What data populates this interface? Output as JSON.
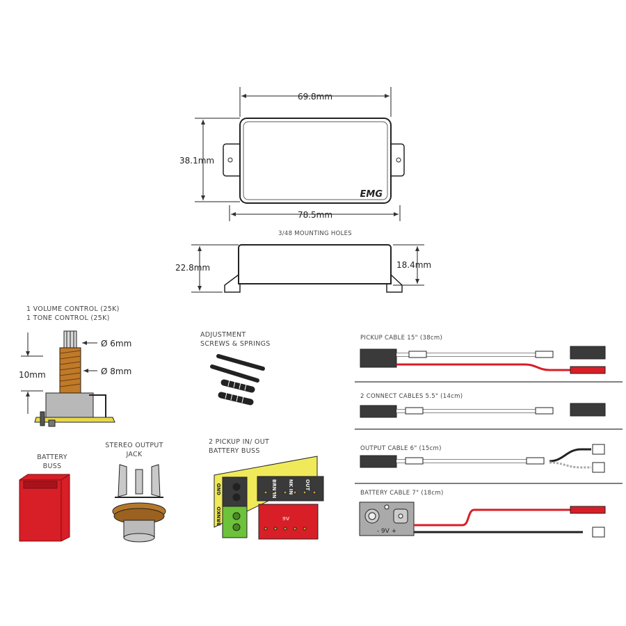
{
  "pickup": {
    "width_top": "69.8mm",
    "height": "38.1mm",
    "width_with_tabs": "78.5mm",
    "mounting_holes": "3/48 MOUNTING HOLES",
    "height_with_feet": "22.8mm",
    "body_height": "18.4mm",
    "logo": "EMG"
  },
  "pots": {
    "line1": "1 VOLUME CONTROL (25K)",
    "line2": "1 TONE CONTROL (25K)",
    "shaft": "Ø 6mm",
    "thread": "Ø 8mm",
    "length": "10mm"
  },
  "screws": {
    "line1": "ADJUSTMENT",
    "line2": "SCREWS & SPRINGS"
  },
  "battery_buss": {
    "line1": "BATTERY",
    "line2": "BUSS"
  },
  "jack": {
    "line1": "STEREO OUTPUT",
    "line2": "JACK"
  },
  "pickup_buss": {
    "line1": "2 PICKUP IN/ OUT",
    "line2": "BATTERY BUSS",
    "board_labels": [
      "BRN IN",
      "NK IN",
      "OUT",
      "BRNKO",
      "GND",
      "9V"
    ]
  },
  "cables": [
    {
      "label": "PICKUP CABLE 15\" (38cm)"
    },
    {
      "label": "2 CONNECT CABLES 5.5\" (14cm)"
    },
    {
      "label": "OUTPUT CABLE 6\" (15cm)"
    },
    {
      "label": "BATTERY CABLE 7\" (18cm)",
      "battery_marking": "- 9V +"
    }
  ],
  "colors": {
    "red": "#d81e27",
    "dark": "#3a3a3a",
    "green": "#6cc23a",
    "yellow": "#f0ea5a",
    "copper": "#b5782a"
  }
}
